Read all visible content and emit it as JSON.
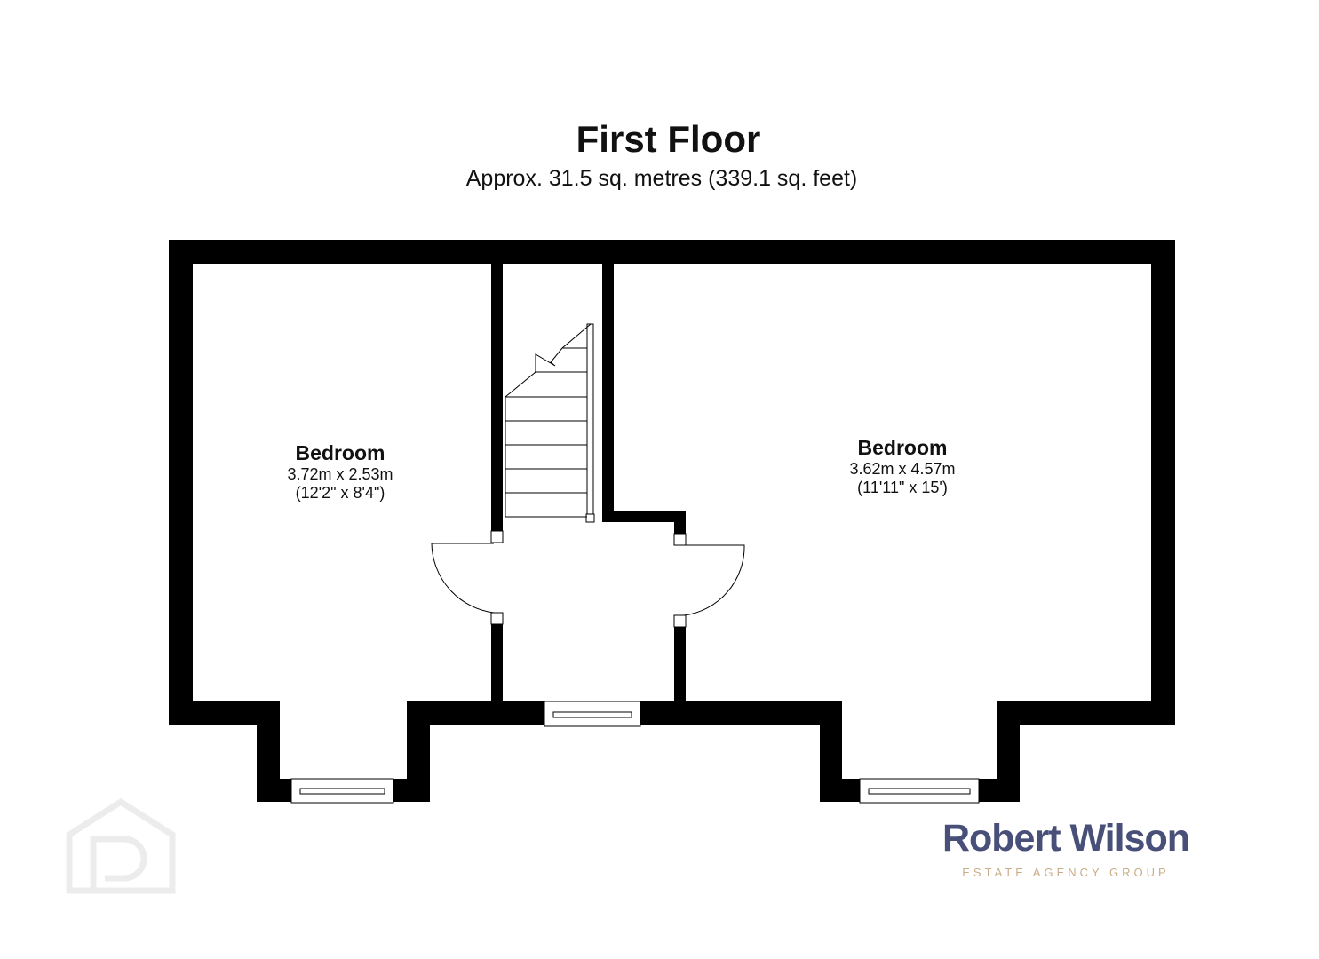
{
  "header": {
    "title": "First Floor",
    "subtitle": "Approx. 31.5 sq. metres (339.1 sq. feet)"
  },
  "rooms": [
    {
      "name": "Bedroom",
      "metric": "3.72m x 2.53m",
      "imperial": "(12'2\" x 8'4\")"
    },
    {
      "name": "Bedroom",
      "metric": "3.62m x 4.57m",
      "imperial": "(11'11\" x 15')"
    }
  ],
  "logo": {
    "brand": "Robert Wilson",
    "tagline": "ESTATE AGENCY GROUP"
  },
  "colors": {
    "wall": "#000000",
    "brand": "#48507a",
    "tagline": "#c9ad86",
    "watermark": "#eeeeee"
  }
}
